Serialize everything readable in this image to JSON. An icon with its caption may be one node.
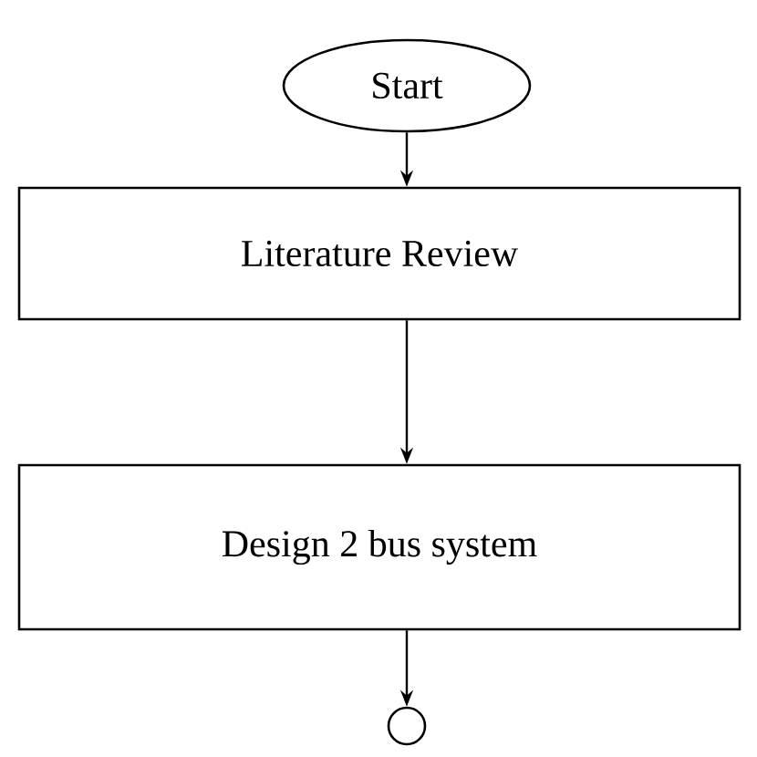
{
  "diagram": {
    "nodes": [
      {
        "text": [
          "Start"
        ]
      },
      {
        "text": [
          "Literature Review"
        ]
      },
      {
        "text": [
          "Design 2 bus system"
        ]
      },
      {
        "text": [],
        "shape": "circle"
      }
    ],
    "edges": [
      {
        "from": 0,
        "to": 1,
        "arrow": "to"
      },
      {
        "from": 1,
        "to": 2,
        "arrow": "to"
      },
      {
        "from": 2,
        "to": 3,
        "arrow": "to"
      }
    ]
  }
}
